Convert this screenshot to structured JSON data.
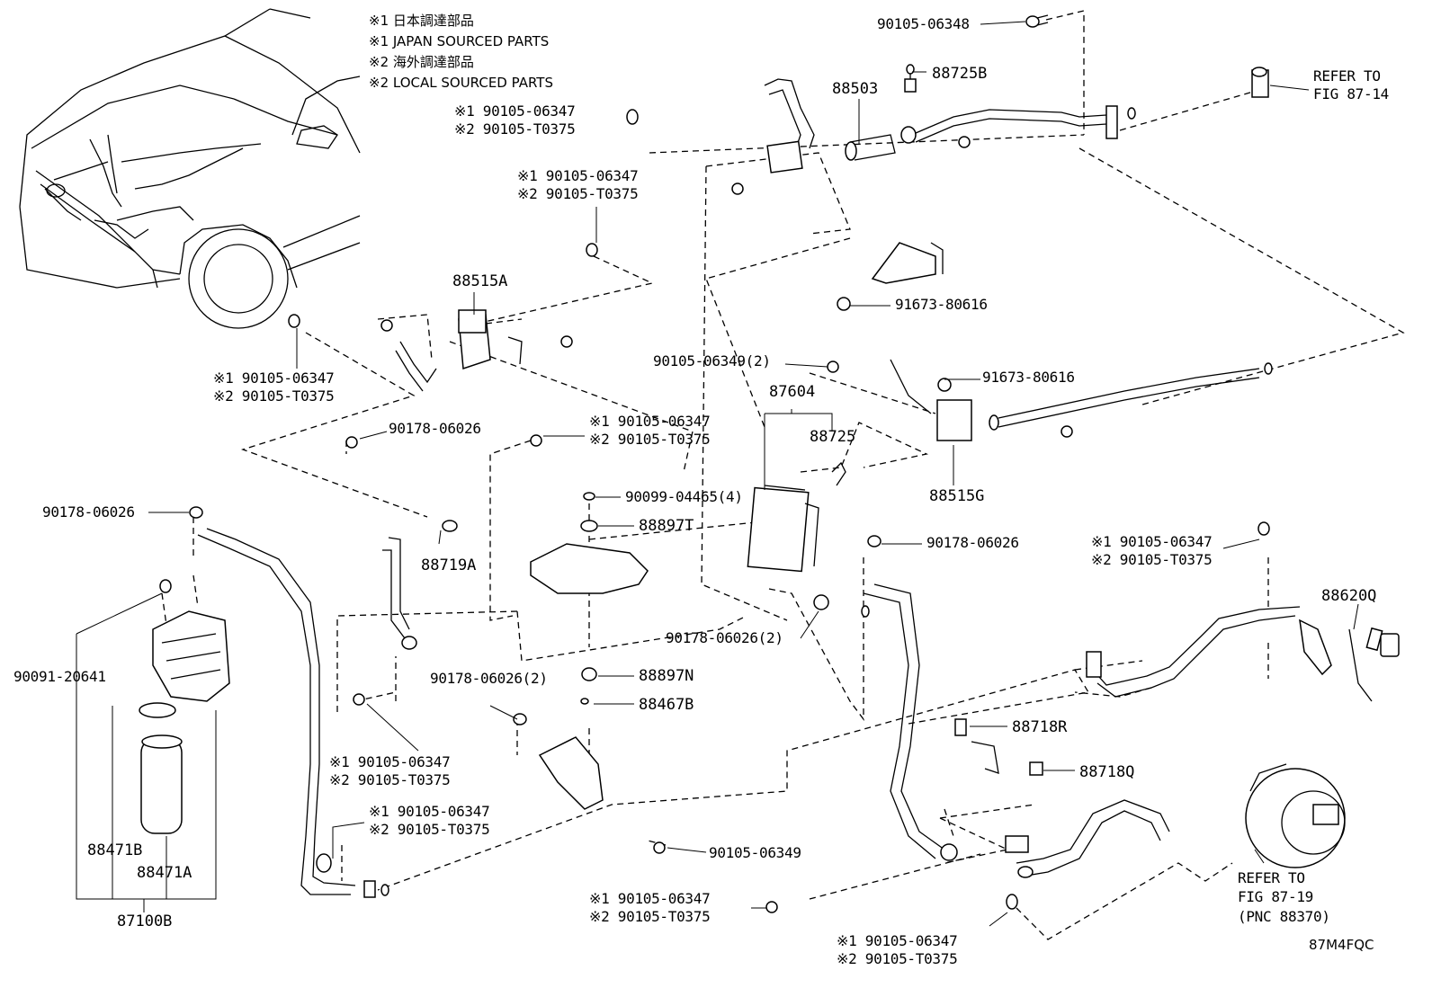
{
  "legend": [
    "※1 日本調達部品",
    "※1 JAPAN SOURCED PARTS",
    "※2 海外調達部品",
    "※2 LOCAL SOURCED PARTS"
  ],
  "labels": {
    "p_90105_06348": "90105-06348",
    "p_88725B": "88725B",
    "p_88503": "88503",
    "refer_87_14_a": "REFER TO",
    "refer_87_14_b": "FIG 87-14",
    "tl_a1": "※1 90105-06347",
    "tl_a2": "※2 90105-T0375",
    "tl_b1": "※1 90105-06347",
    "tl_b2": "※2 90105-T0375",
    "p_88515A": "88515A",
    "p_91673_80616_a": "91673-80616",
    "tl_c1": "※1 90105-06347",
    "tl_c2": "※2 90105-T0375",
    "p_90105_06349_2": "90105-06349(2)",
    "p_91673_80616_b": "91673-80616",
    "p_87604": "87604",
    "p_88725": "88725",
    "p_90178_06026_a": "90178-06026",
    "tl_d1": "※1 90105-06347",
    "tl_d2": "※2 90105-T0375",
    "p_88515G": "88515G",
    "p_90099_04465_4": "90099-04465(4)",
    "p_90178_06026_b": "90178-06026",
    "p_88897T": "88897T",
    "p_88719A": "88719A",
    "p_90178_06026_c": "90178-06026",
    "tl_e1": "※1 90105-06347",
    "tl_e2": "※2 90105-T0375",
    "p_88620Q": "88620Q",
    "p_90178_06026_2a": "90178-06026(2)",
    "p_90091_20641": "90091-20641",
    "p_88897N": "88897N",
    "p_90178_06026_2b": "90178-06026(2)",
    "p_88467B": "88467B",
    "p_88718R": "88718R",
    "tl_f1": "※1 90105-06347",
    "tl_f2": "※2 90105-T0375",
    "p_88718Q": "88718Q",
    "tl_g1": "※1 90105-06347",
    "tl_g2": "※2 90105-T0375",
    "p_90105_06349": "90105-06349",
    "p_88471B": "88471B",
    "p_88471A": "88471A",
    "refer_87_19_a": "REFER TO",
    "refer_87_19_b": "FIG 87-19",
    "refer_87_19_c": "(PNC 88370)",
    "p_87100B": "87100B",
    "tl_h1": "※1 90105-06347",
    "tl_h2": "※2 90105-T0375",
    "tl_i1": "※1 90105-06347",
    "tl_i2": "※2 90105-T0375",
    "code": "87M4FQC"
  }
}
